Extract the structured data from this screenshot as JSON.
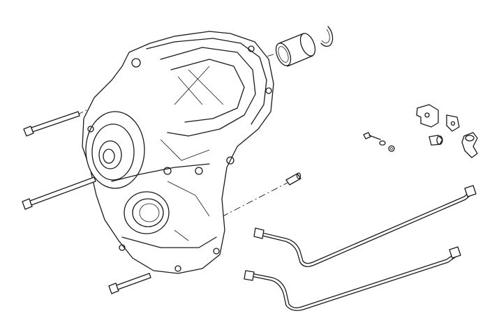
{
  "diagram": {
    "kind": "exploded parts illustration",
    "line_color": "#1a1a1a",
    "background": "#ffffff",
    "parts": [
      {
        "id": "housing",
        "icon": "transfer-case-housing"
      },
      {
        "id": "bolt-upper",
        "icon": "long-bolt"
      },
      {
        "id": "bolt-middle",
        "icon": "long-bolt"
      },
      {
        "id": "bolt-lower",
        "icon": "short-bolt"
      },
      {
        "id": "dowel-pin",
        "icon": "dowel-pin"
      },
      {
        "id": "bearing-sleeve",
        "icon": "needle-bearing"
      },
      {
        "id": "snap-ring",
        "icon": "snap-ring"
      },
      {
        "id": "bracket",
        "icon": "mounting-bracket"
      },
      {
        "id": "clip",
        "icon": "clip"
      },
      {
        "id": "small-bolt",
        "icon": "small-bolt"
      },
      {
        "id": "washers",
        "icon": "washer"
      },
      {
        "id": "straight-fitting",
        "icon": "straight-fitting"
      },
      {
        "id": "elbow-fitting",
        "icon": "elbow-fitting"
      },
      {
        "id": "tube-upper",
        "icon": "fluid-line"
      },
      {
        "id": "tube-lower",
        "icon": "fluid-line"
      }
    ]
  }
}
